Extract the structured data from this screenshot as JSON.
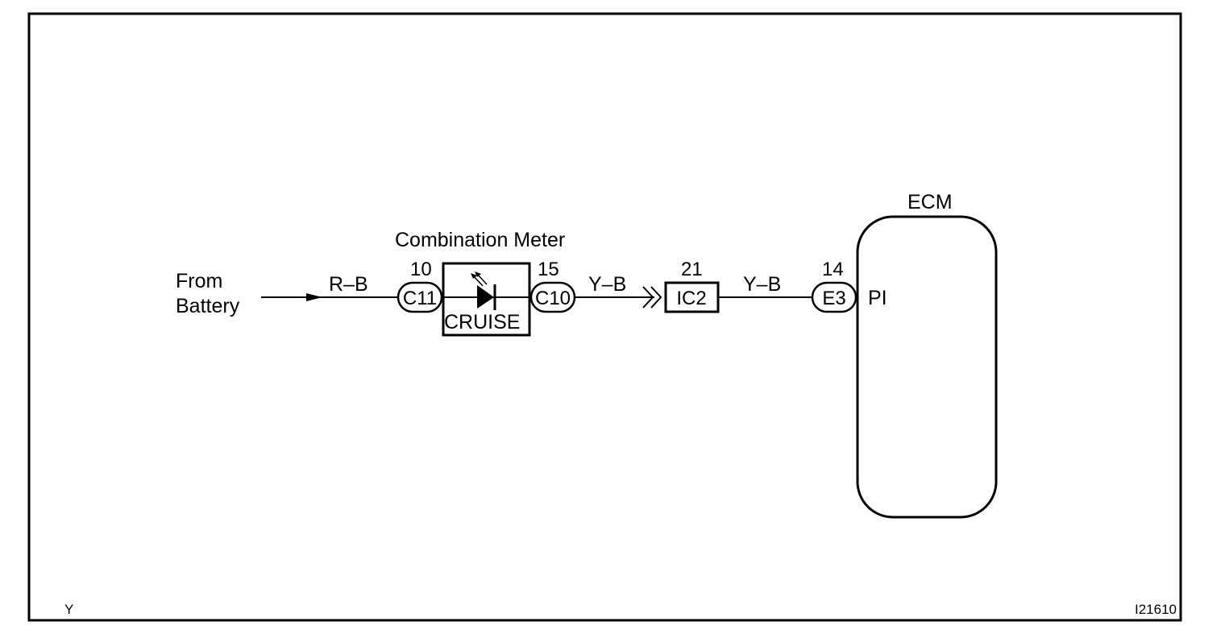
{
  "source": {
    "line1": "From",
    "line2": "Battery"
  },
  "wires": {
    "battery_to_meter": "R–B",
    "meter_to_ic2": "Y–B",
    "ic2_to_ecm": "Y–B"
  },
  "combination_meter": {
    "title": "Combination Meter",
    "indicator_label": "CRUISE",
    "input_pin": "10",
    "input_connector": "C11",
    "output_pin": "15",
    "output_connector": "C10"
  },
  "junction": {
    "pin": "21",
    "connector": "IC2"
  },
  "ecm": {
    "title": "ECM",
    "pin": "14",
    "connector": "E3",
    "terminal": "PI"
  },
  "footer": {
    "left_code": "Y",
    "figure_id": "I21610"
  }
}
